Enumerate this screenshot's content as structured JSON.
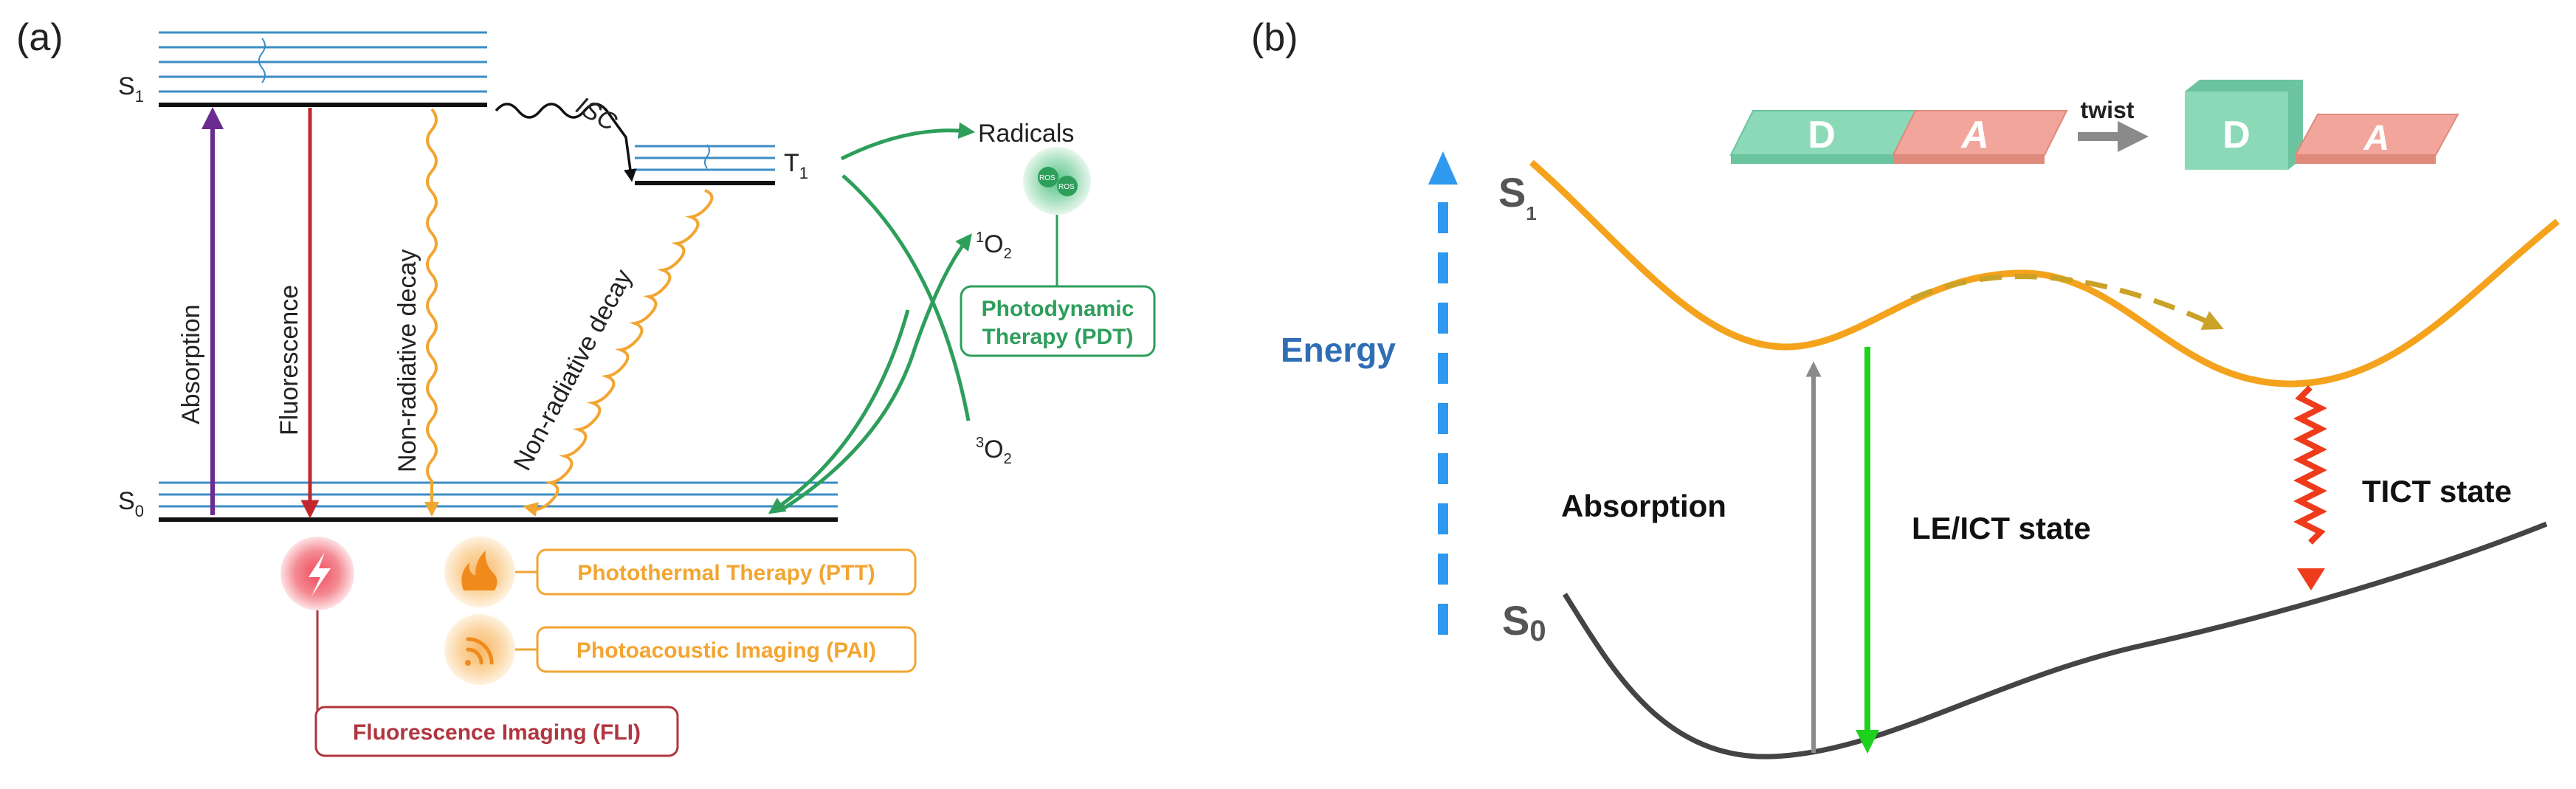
{
  "panel_a": {
    "label": "(a)",
    "s1": "S",
    "s1_sub": "1",
    "s0": "S",
    "s0_sub": "0",
    "t1": "T",
    "t1_sub": "1",
    "isc": "ISC",
    "absorption": "Absorption",
    "fluorescence": "Fluorescence",
    "nonrad_1": "Non-radiative decay",
    "nonrad_2": "Non-radiative decay",
    "radicals": "Radicals",
    "o2_singlet_sup": "1",
    "o2_singlet": "O",
    "o2_singlet_sub": "2",
    "o2_triplet_sup": "3",
    "o2_triplet": "O",
    "o2_triplet_sub": "2",
    "ros_1": "ROS",
    "ros_2": "ROS",
    "pdt_line1": "Photodynamic",
    "pdt_line2": "Therapy (PDT)",
    "ptt": "Photothermal Therapy (PTT)",
    "pai": "Photoacoustic Imaging (PAI)",
    "fli": "Fluorescence Imaging (FLI)"
  },
  "panel_b": {
    "label": "(b)",
    "donor": "D",
    "acceptor": "A",
    "twist": "twist",
    "s1": "S",
    "s1_sub": "1",
    "s0": "S",
    "s0_sub": "0",
    "energy": "Energy",
    "absorption": "Absorption",
    "le_ict": "LE/ICT state",
    "tict": "TICT state"
  },
  "colors": {
    "blue_level": "#3c8dc4",
    "absorption_arrow": "#6a2c91",
    "fluorescence_arrow": "#c0282e",
    "orange": "#f2a531",
    "green": "#2e9e5b",
    "pdt_green": "#2e9e5b",
    "fli_red": "#b0353f",
    "s1_curve": "#f5a21c",
    "s0_curve": "#444444",
    "energy_blue": "#2f6eb5",
    "energy_dash": "#2f98ef",
    "le_green": "#1fd11f",
    "tict_red": "#ee3b1b",
    "donor_green": "#8cd9b8",
    "acceptor_red": "#f2a59a"
  }
}
